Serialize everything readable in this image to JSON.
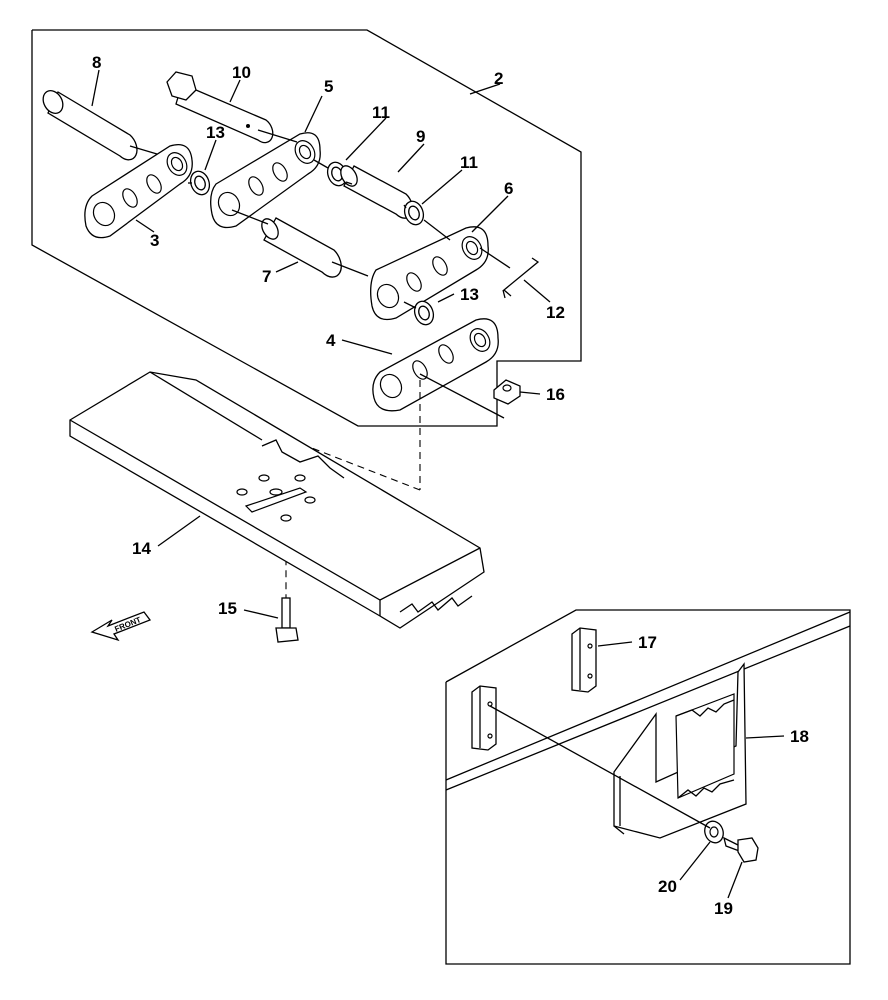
{
  "labels": {
    "l2": "2",
    "l3": "3",
    "l4": "4",
    "l5": "5",
    "l6": "6",
    "l7": "7",
    "l8": "8",
    "l9": "9",
    "l10": "10",
    "l11a": "11",
    "l11b": "11",
    "l12": "12",
    "l13a": "13",
    "l13b": "13",
    "l14": "14",
    "l15": "15",
    "l16": "16",
    "l17": "17",
    "l18": "18",
    "l19": "19",
    "l20": "20"
  },
  "front_arrow": "FRONT"
}
